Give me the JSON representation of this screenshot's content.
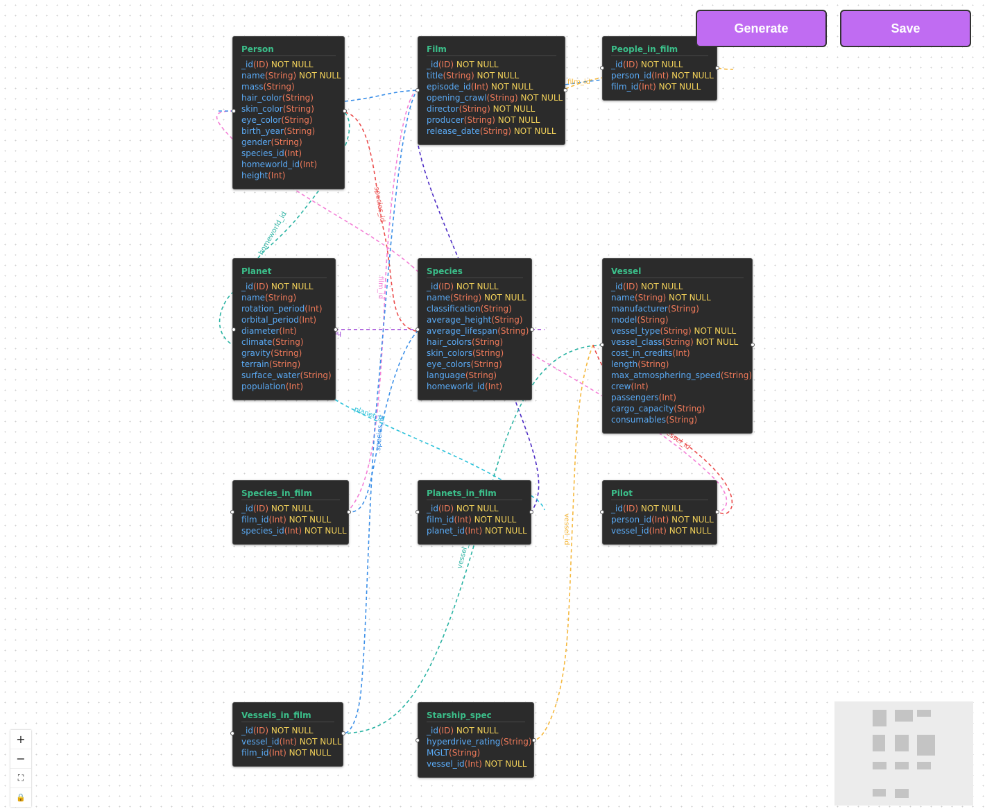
{
  "toolbar": {
    "generate_label": "Generate",
    "save_label": "Save"
  },
  "controls": {
    "zoom_in": "+",
    "zoom_out": "−",
    "fit": "⛶",
    "lock": "🔒"
  },
  "colors": {
    "title": "#3bbf8a",
    "field_name": "#5aaaf5",
    "field_type": "#f07a5a",
    "not_null": "#f3d25a",
    "button": "#c06cf2"
  },
  "tables": [
    {
      "name": "Person",
      "fields": [
        [
          "_id",
          "(ID)",
          " NOT NULL"
        ],
        [
          "name",
          "(String)",
          " NOT NULL"
        ],
        [
          "mass",
          "(String)",
          ""
        ],
        [
          "hair_color",
          "(String)",
          ""
        ],
        [
          "skin_color",
          "(String)",
          ""
        ],
        [
          "eye_color",
          "(String)",
          ""
        ],
        [
          "birth_year",
          "(String)",
          ""
        ],
        [
          "gender",
          "(String)",
          ""
        ],
        [
          "species_id",
          "(Int)",
          ""
        ],
        [
          "homeworld_id",
          "(Int)",
          ""
        ],
        [
          "height",
          "(Int)",
          ""
        ]
      ]
    },
    {
      "name": "Film",
      "fields": [
        [
          "_id",
          "(ID)",
          " NOT NULL"
        ],
        [
          "title",
          "(String)",
          " NOT NULL"
        ],
        [
          "episode_id",
          "(Int)",
          " NOT NULL"
        ],
        [
          "opening_crawl",
          "(String)",
          " NOT NULL"
        ],
        [
          "director",
          "(String)",
          " NOT NULL"
        ],
        [
          "producer",
          "(String)",
          " NOT NULL"
        ],
        [
          "release_date",
          "(String)",
          " NOT NULL"
        ]
      ]
    },
    {
      "name": "People_in_film",
      "fields": [
        [
          "_id",
          "(ID)",
          " NOT NULL"
        ],
        [
          "person_id",
          "(Int)",
          " NOT NULL"
        ],
        [
          "film_id",
          "(Int)",
          " NOT NULL"
        ]
      ]
    },
    {
      "name": "Planet",
      "fields": [
        [
          "_id",
          "(ID)",
          " NOT NULL"
        ],
        [
          "name",
          "(String)",
          ""
        ],
        [
          "rotation_period",
          "(Int)",
          ""
        ],
        [
          "orbital_period",
          "(Int)",
          ""
        ],
        [
          "diameter",
          "(Int)",
          ""
        ],
        [
          "climate",
          "(String)",
          ""
        ],
        [
          "gravity",
          "(String)",
          ""
        ],
        [
          "terrain",
          "(String)",
          ""
        ],
        [
          "surface_water",
          "(String)",
          ""
        ],
        [
          "population",
          "(Int)",
          ""
        ]
      ]
    },
    {
      "name": "Species",
      "fields": [
        [
          "_id",
          "(ID)",
          " NOT NULL"
        ],
        [
          "name",
          "(String)",
          " NOT NULL"
        ],
        [
          "classification",
          "(String)",
          ""
        ],
        [
          "average_height",
          "(String)",
          ""
        ],
        [
          "average_lifespan",
          "(String)",
          ""
        ],
        [
          "hair_colors",
          "(String)",
          ""
        ],
        [
          "skin_colors",
          "(String)",
          ""
        ],
        [
          "eye_colors",
          "(String)",
          ""
        ],
        [
          "language",
          "(String)",
          ""
        ],
        [
          "homeworld_id",
          "(Int)",
          ""
        ]
      ]
    },
    {
      "name": "Vessel",
      "fields": [
        [
          "_id",
          "(ID)",
          " NOT NULL"
        ],
        [
          "name",
          "(String)",
          " NOT NULL"
        ],
        [
          "manufacturer",
          "(String)",
          ""
        ],
        [
          "model",
          "(String)",
          ""
        ],
        [
          "vessel_type",
          "(String)",
          " NOT NULL"
        ],
        [
          "vessel_class",
          "(String)",
          " NOT NULL"
        ],
        [
          "cost_in_credits",
          "(Int)",
          ""
        ],
        [
          "length",
          "(String)",
          ""
        ],
        [
          "max_atmosphering_speed",
          "(String)",
          ""
        ],
        [
          "crew",
          "(Int)",
          ""
        ],
        [
          "passengers",
          "(Int)",
          ""
        ],
        [
          "cargo_capacity",
          "(String)",
          ""
        ],
        [
          "consumables",
          "(String)",
          ""
        ]
      ]
    },
    {
      "name": "Species_in_film",
      "fields": [
        [
          "_id",
          "(ID)",
          " NOT NULL"
        ],
        [
          "film_id",
          "(Int)",
          " NOT NULL"
        ],
        [
          "species_id",
          "(Int)",
          " NOT NULL"
        ]
      ]
    },
    {
      "name": "Planets_in_film",
      "fields": [
        [
          "_id",
          "(ID)",
          " NOT NULL"
        ],
        [
          "film_id",
          "(Int)",
          " NOT NULL"
        ],
        [
          "planet_id",
          "(Int)",
          " NOT NULL"
        ]
      ]
    },
    {
      "name": "Pilot",
      "fields": [
        [
          "_id",
          "(ID)",
          " NOT NULL"
        ],
        [
          "person_id",
          "(Int)",
          " NOT NULL"
        ],
        [
          "vessel_id",
          "(Int)",
          " NOT NULL"
        ]
      ]
    },
    {
      "name": "Vessels_in_film",
      "fields": [
        [
          "_id",
          "(ID)",
          " NOT NULL"
        ],
        [
          "vessel_id",
          "(Int)",
          " NOT NULL"
        ],
        [
          "film_id",
          "(Int)",
          " NOT NULL"
        ]
      ]
    },
    {
      "name": "Starship_spec",
      "fields": [
        [
          "_id",
          "(ID)",
          " NOT NULL"
        ],
        [
          "hyperdrive_rating",
          "(String)",
          ""
        ],
        [
          "MGLT",
          "(String)",
          ""
        ],
        [
          "vessel_id",
          "(Int)",
          " NOT NULL"
        ]
      ]
    }
  ],
  "edge_labels": {
    "film_people": "film_id",
    "person_species": "species_id",
    "person_homeworld": "homeworld_id",
    "species_homeworld": "homeworld_id",
    "film_species": "film_id",
    "species_film_species": "species_id",
    "planet_film": "planet_id",
    "vessel_pilot": "vessel_id",
    "vessel_film": "vessel_id",
    "starship_vessel": "vessel_id"
  }
}
